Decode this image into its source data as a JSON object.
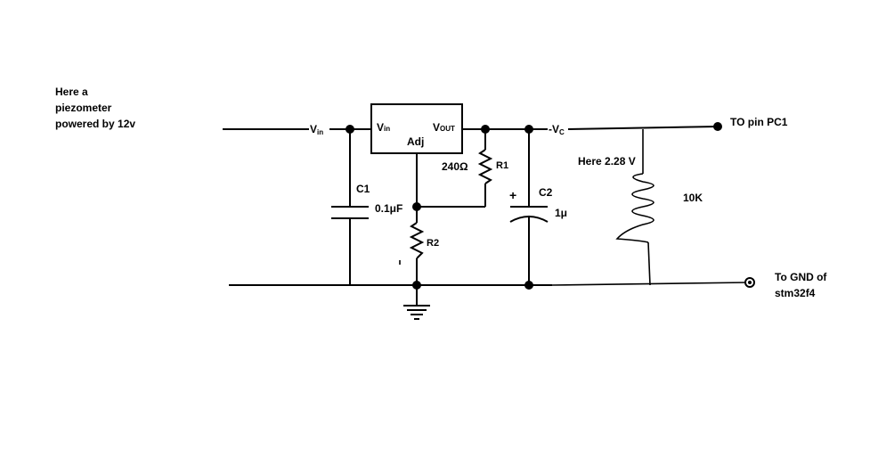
{
  "note": {
    "line1": "Here a",
    "line2": "piezometer",
    "line3": "powered by 12v"
  },
  "regulator": {
    "vin": "V",
    "vin_sub": "in",
    "vout": "V",
    "vout_sub": "OUT",
    "adj": "Adj"
  },
  "input_label": {
    "main": "V",
    "sub": "in"
  },
  "output_label": {
    "prefix": "-",
    "main": "V",
    "sub": "C"
  },
  "c1": {
    "name": "C1",
    "value": "0.1μF"
  },
  "r1": {
    "name": "R1",
    "value": "240Ω"
  },
  "r2": {
    "name": "R2"
  },
  "c2": {
    "name": "C2",
    "value": "1μ",
    "polarity": "+"
  },
  "measure": "Here 2.28 V",
  "resistor_10k": "10K",
  "pc1": "TO pin PC1",
  "gnd": {
    "line1": "To GND of",
    "line2": "stm32f4"
  },
  "colors": {
    "ink": "#000000",
    "background": "#ffffff"
  }
}
